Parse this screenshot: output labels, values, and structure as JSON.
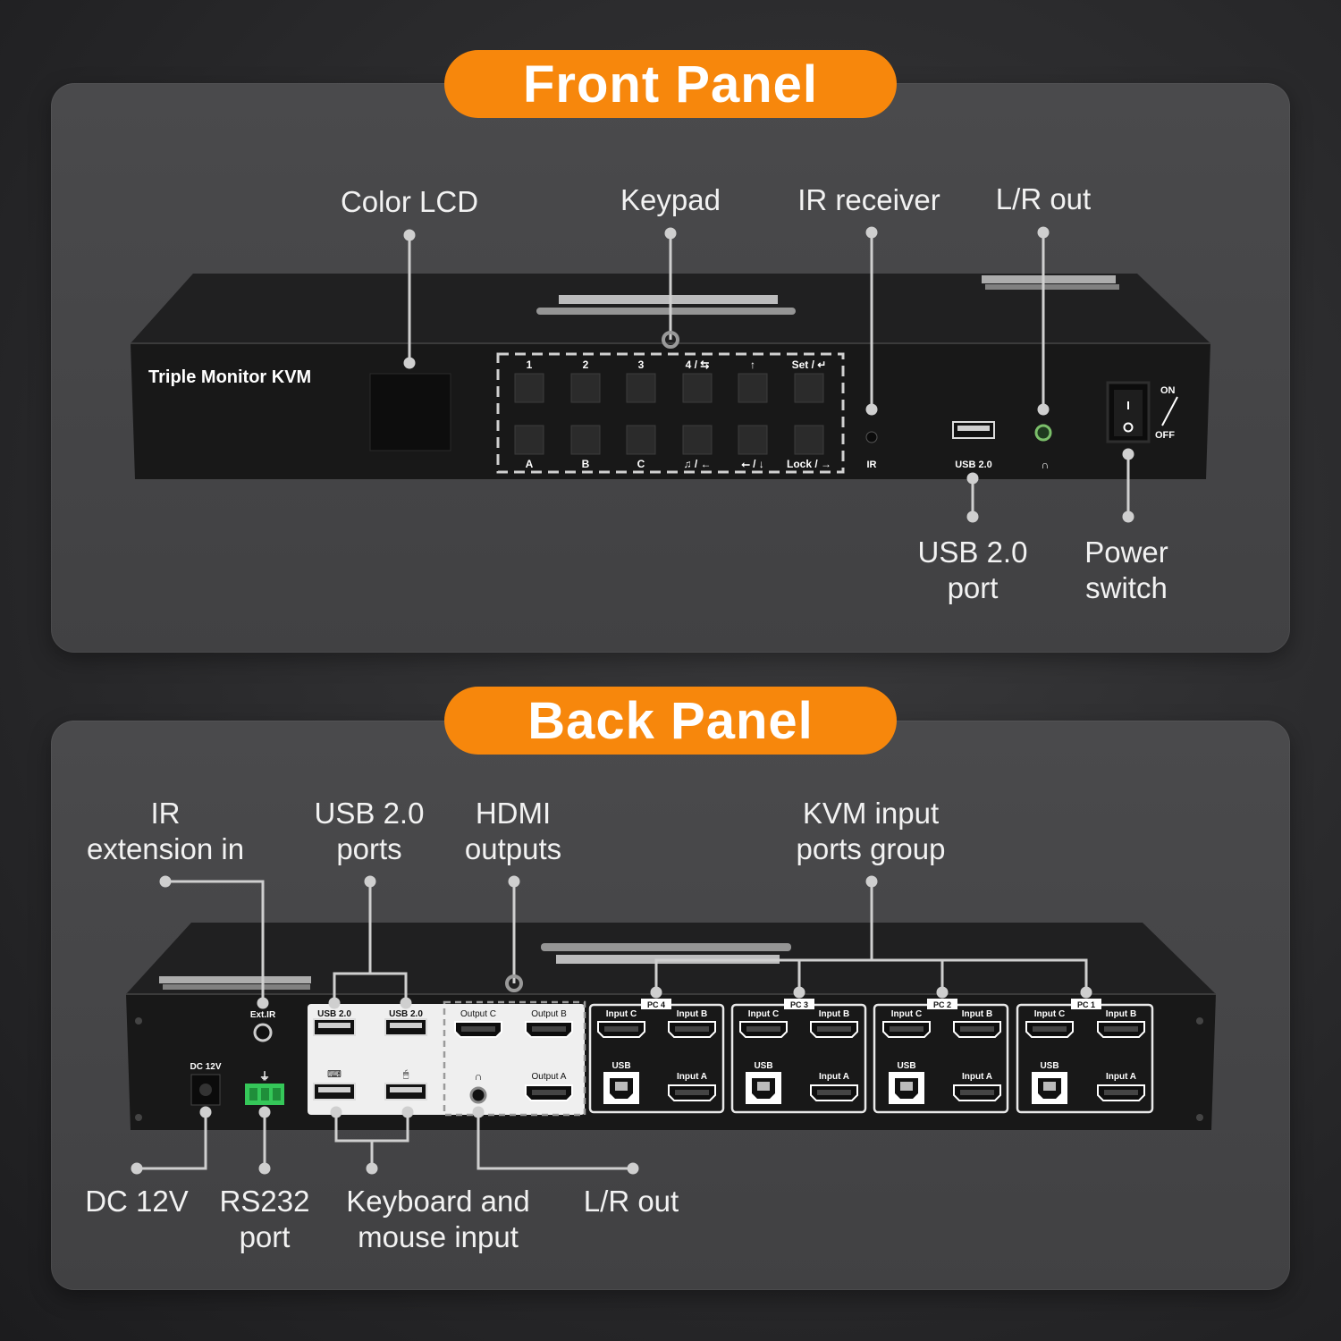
{
  "front": {
    "title": "Front Panel",
    "labels": {
      "color_lcd": "Color LCD",
      "keypad": "Keypad",
      "ir_receiver": "IR receiver",
      "lr_out": "L/R out",
      "usb_port_line1": "USB 2.0",
      "usb_port_line2": "port",
      "power_line1": "Power",
      "power_line2": "switch"
    },
    "device": {
      "model_text": "Triple  Monitor  KVM",
      "top_row_keys": [
        "1",
        "2",
        "3",
        "4 / ⇆",
        "↑",
        "Set / ↵"
      ],
      "bottom_row_keys": [
        "A",
        "B",
        "C",
        "♫ / ←",
        "⭠ / ↓",
        "Lock / →"
      ],
      "ir_text": "IR",
      "usb_text": "USB 2.0",
      "on_text": "ON",
      "off_text": "OFF"
    }
  },
  "back": {
    "title": "Back Panel",
    "labels": {
      "ir_ext_line1": "IR",
      "ir_ext_line2": "extension in",
      "usb_ports_line1": "USB 2.0",
      "usb_ports_line2": "ports",
      "hdmi_out_line1": "HDMI",
      "hdmi_out_line2": "outputs",
      "kvm_group_line1": "KVM input",
      "kvm_group_line2": "ports group",
      "dc_label": "DC 12V",
      "rs232_line1": "RS232",
      "rs232_line2": "port",
      "kbm_line1": "Keyboard and",
      "kbm_line2": "mouse input",
      "lr_out": "L/R out"
    },
    "device": {
      "ext_ir": "Ext.IR",
      "dc12v": "DC 12V",
      "usb_a": "USB 2.0",
      "usb_b": "USB 2.0",
      "output_c": "Output C",
      "output_b": "Output B",
      "output_a": "Output A",
      "pc_groups": [
        {
          "name": "PC 4",
          "in_c": "Input C",
          "in_b": "Input B",
          "usb": "USB",
          "in_a": "Input A"
        },
        {
          "name": "PC 3",
          "in_c": "Input C",
          "in_b": "Input B",
          "usb": "USB",
          "in_a": "Input A"
        },
        {
          "name": "PC 2",
          "in_c": "Input C",
          "in_b": "Input B",
          "usb": "USB",
          "in_a": "Input A"
        },
        {
          "name": "PC 1",
          "in_c": "Input C",
          "in_b": "Input B",
          "usb": "USB",
          "in_a": "Input A"
        }
      ]
    }
  },
  "colors": {
    "accent": "#f7870c",
    "panel": "#454547",
    "device": "#1a1a1a",
    "rs232": "#35c759"
  }
}
